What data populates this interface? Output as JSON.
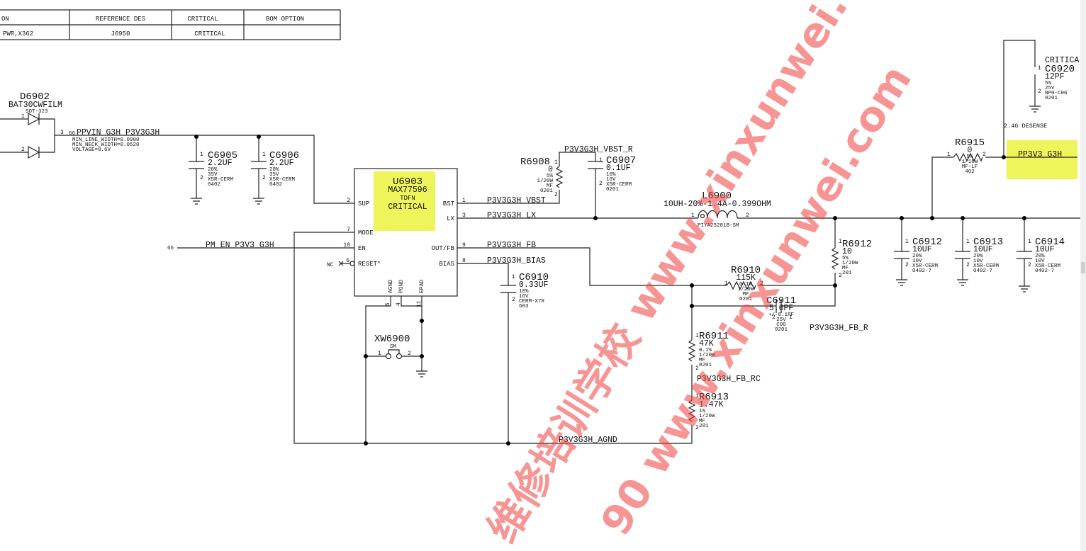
{
  "bom_table": {
    "headers": [
      "ON",
      "REFERENCE DES",
      "CRITICAL",
      "BOM OPTION"
    ],
    "row": [
      "PWR,X362",
      "J6950",
      "CRITICAL",
      ""
    ]
  },
  "d6902": {
    "ref": "D6902",
    "part": "BAT30CWFILM",
    "pkg": "SOT-323",
    "pins": [
      "1",
      "2",
      "3"
    ]
  },
  "ppvin": {
    "net": "PPVIN_G3H_P3V3G3H",
    "page": "66",
    "props": [
      "MIN_LINE_WIDTH=0.0900",
      "MIN_NECK_WIDTH=0.0520",
      "VOLTAGE=8.6V"
    ]
  },
  "c6905": {
    "ref": "C6905",
    "value": "2.2UF",
    "specs": [
      "20%",
      "35V",
      "X5R-CERM",
      "0402"
    ]
  },
  "c6906": {
    "ref": "C6906",
    "value": "2.2UF",
    "specs": [
      "20%",
      "35V",
      "X5R-CERM",
      "0402"
    ]
  },
  "u6903": {
    "ref": "U6903",
    "part": "MAX77596",
    "pkg": "TDFN",
    "critical": "CRITICAL",
    "left_pins": [
      {
        "num": "2",
        "name": "SUP"
      },
      {
        "num": "7",
        "name": "MODE"
      },
      {
        "num": "10",
        "name": "EN"
      },
      {
        "num": "6",
        "name": "RESET*"
      }
    ],
    "right_pins": [
      {
        "num": "1",
        "name": "BST"
      },
      {
        "num": "3",
        "name": "LX"
      },
      {
        "num": "9",
        "name": "OUT/FB"
      },
      {
        "num": "8",
        "name": "BIAS"
      }
    ],
    "bottom_pins": [
      {
        "num": "5",
        "name": "AGND"
      },
      {
        "num": "4",
        "name": "PGND"
      },
      {
        "num": "11",
        "name": "EPAD"
      }
    ],
    "nc": "NC"
  },
  "en_net": {
    "net": "PM_EN_P3V3_G3H",
    "page": "66"
  },
  "nets": {
    "vbst": "P3V3G3H_VBST",
    "vbst_r": "P3V3G3H_VBST_R",
    "lx": "P3V3G3H_LX",
    "fb": "P3V3G3H_FB",
    "bias": "P3V3G3H_BIAS",
    "fb_r": "P3V3G3H_FB_R",
    "fb_rc": "P3V3G3H_FB_RC",
    "agnd": "P3V3G3H_AGND",
    "out": "PP3V3_G3H",
    "desense": "2.4G DESENSE"
  },
  "r6908": {
    "ref": "R6908",
    "value": "0",
    "specs": [
      "5%",
      "1/20W",
      "MF",
      "0201"
    ]
  },
  "c6907": {
    "ref": "C6907",
    "value": "0.1UF",
    "specs": [
      "10%",
      "16V",
      "X5R-CERM",
      "0201"
    ]
  },
  "l6900": {
    "ref": "L6900",
    "value": "10UH-20%-1.4A-0.399OHM",
    "pkg": "PIYA25201B-SM"
  },
  "c6910": {
    "ref": "C6910",
    "value": "0.33UF",
    "specs": [
      "10%",
      "16V",
      "CERM-X7R",
      "603"
    ]
  },
  "xw6900": {
    "ref": "XW6900",
    "pkg": "SM"
  },
  "r6910": {
    "ref": "R6910",
    "value": "115K",
    "specs": [
      "0.1%",
      "1/20W",
      "MF",
      "0201"
    ]
  },
  "c6911": {
    "ref": "C6911",
    "value": "5.6PF",
    "specs": [
      "+/-0.1PF",
      "25V",
      "C0G",
      "0201"
    ]
  },
  "r6911": {
    "ref": "R6911",
    "value": "47K",
    "specs": [
      "0.1%",
      "1/20W",
      "MF",
      "0201"
    ]
  },
  "r6913": {
    "ref": "R6913",
    "value": "1.47K",
    "specs": [
      "1%",
      "1/20W",
      "MF",
      "201"
    ]
  },
  "r6912": {
    "ref": "R6912",
    "value": "10",
    "specs": [
      "5%",
      "1/20W",
      "MF",
      "201"
    ]
  },
  "c6912": {
    "ref": "C6912",
    "value": "10UF",
    "specs": [
      "20%",
      "10V",
      "X5R-CERM",
      "0402-7"
    ]
  },
  "c6913": {
    "ref": "C6913",
    "value": "10UF",
    "specs": [
      "20%",
      "10V",
      "X5R-CERM",
      "0402-7"
    ]
  },
  "c6914": {
    "ref": "C6914",
    "value": "10UF",
    "specs": [
      "20%",
      "10V",
      "X5R-CERM",
      "0402-7"
    ]
  },
  "r6915": {
    "ref": "R6915",
    "value": "0",
    "specs": [
      "5%",
      "1/16W",
      "MF-LF",
      "402"
    ]
  },
  "c6920": {
    "ref": "C6920",
    "critical": "CRITICA",
    "value": "12PF",
    "specs": [
      "5%",
      "25V",
      "NP0-C0G",
      "0201"
    ]
  },
  "watermark": {
    "text1": "维修培训学校 www.xinxunwei.com",
    "text2": "90 www.xinxunwei.com"
  },
  "colors": {
    "highlight": "#eef55a",
    "watermark": "#f03c3c"
  }
}
